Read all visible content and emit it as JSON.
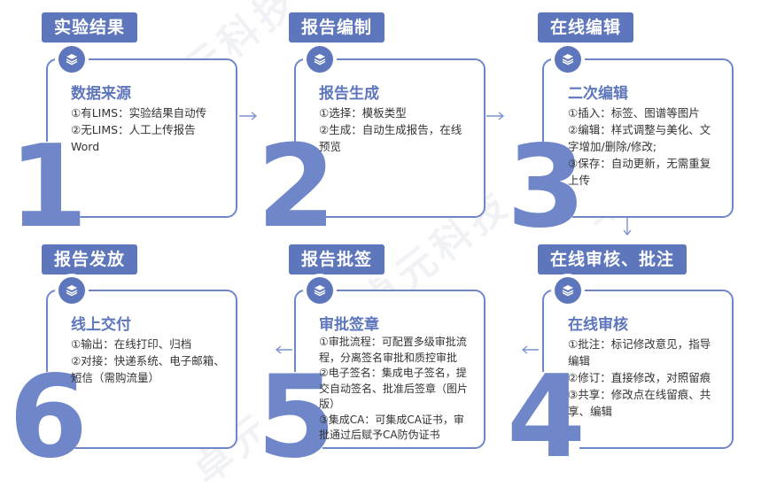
{
  "steps": [
    {
      "tag": "实验结果",
      "num": "1",
      "title": "数据来源",
      "lines": [
        "①有LIMS：实验结果自动传",
        "②无LIMS：人工上传报告",
        "Word"
      ]
    },
    {
      "tag": "报告编制",
      "num": "2",
      "title": "报告生成",
      "lines": [
        "①选择：模板类型",
        "②生成：自动生成报告，在线",
        "预览"
      ]
    },
    {
      "tag": "在线编辑",
      "num": "3",
      "title": "二次编辑",
      "lines": [
        "①插入：标签、图谱等图片",
        "②编辑：样式调整与美化、文",
        "字增加/删除/修改;",
        "③保存：自动更新，无需重复",
        "上传"
      ]
    },
    {
      "tag": "在线审核、批注",
      "num": "4",
      "title": "在线审核",
      "lines": [
        "①批注：标记修改意见，指导",
        "编辑",
        "②修订：直接修改，对照留痕",
        "③共享：修改点在线留痕、共",
        "享、编辑"
      ]
    },
    {
      "tag": "报告批签",
      "num": "5",
      "title": "审批签章",
      "lines": [
        "①审批流程：可配置多级审批流",
        "程，分离签名审批和质控审批",
        "②电子签名：集成电子签名，提",
        "交自动签名、批准后签章（图片",
        "版）",
        "③集成CA：可集成CA证书，审",
        "批通过后赋予CA防伪证书"
      ]
    },
    {
      "tag": "报告发放",
      "num": "6",
      "title": "线上交付",
      "lines": [
        "①输出：在线打印、归档",
        "②对接：快递系统、电子邮箱、",
        "短信（需购流量）"
      ]
    }
  ],
  "watermark": "卓元科技",
  "colors": {
    "accent": "#5e76bb",
    "border": "#6f87c9",
    "number": "#6f87c9"
  },
  "icon": "layers-icon"
}
